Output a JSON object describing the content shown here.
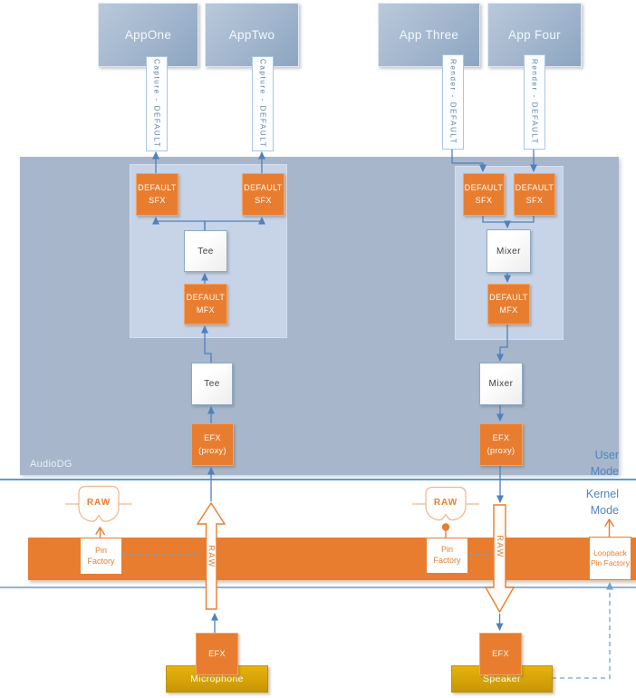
{
  "apps": {
    "one": {
      "label": "AppOne"
    },
    "two": {
      "label": "AppTwo"
    },
    "three": {
      "label": "App Three"
    },
    "four": {
      "label": "App Four"
    }
  },
  "streams": {
    "capture_label": "Capture - DEFAULT",
    "render_label": "Render - DEFAULT"
  },
  "audiodg": {
    "label": "AudioDG"
  },
  "mode_labels": {
    "user": "User Mode",
    "kernel": "Kernel Mode"
  },
  "nodes": {
    "default_sfx": "DEFAULT SFX",
    "default_mfx": "DEFAULT MFX",
    "tee": "Tee",
    "mixer": "Mixer",
    "efx_proxy": "EFX (proxy)",
    "efx": "EFX",
    "raw": "RAW",
    "pin_factory": "Pin Factory",
    "loopback_pin_factory": "Loopback Pin Factory"
  },
  "devices": {
    "microphone": "Microphone",
    "speaker": "Speaker"
  },
  "colors": {
    "orange": "#ED7D31",
    "orange_border": "#F2A467",
    "region_fill": "#A7B6CA",
    "panel_fill": "#C7D3E7",
    "app_gradient_top": "#BAC9DB",
    "app_gradient_bottom": "#8DA5C1",
    "connector_blue": "#4F81BD",
    "dashed_blue": "#6FA3D8",
    "boundary_line_blue": "#5B9BD5",
    "mode_text_blue": "#4E86C0",
    "gold_top": "#E7B30F",
    "gold_bottom": "#C79602",
    "pipe_text_blue": "#5F7FA1",
    "white_node_border": "#8FA9C4"
  }
}
